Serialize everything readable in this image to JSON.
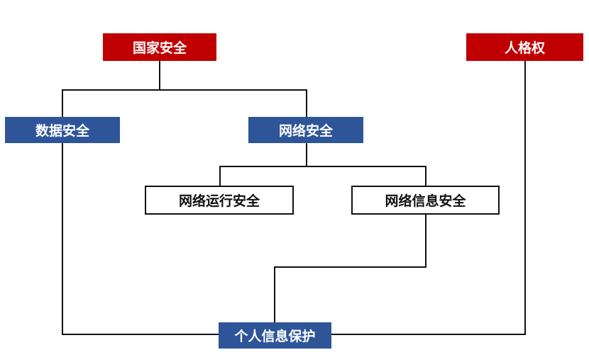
{
  "diagram": {
    "nodes": {
      "national_security": "国家安全",
      "personality_rights": "人格权",
      "data_security": "数据安全",
      "network_security": "网络安全",
      "network_operation_security": "网络运行安全",
      "network_information_security": "网络信息安全",
      "personal_information_protection": "个人信息保护"
    },
    "colors": {
      "primary_red": "#c00000",
      "primary_blue": "#2e5597",
      "line": "#111111",
      "box_border": "#111111"
    },
    "links": [
      {
        "from": "national_security",
        "to": "data_security"
      },
      {
        "from": "national_security",
        "to": "network_security"
      },
      {
        "from": "network_security",
        "to": "network_operation_security"
      },
      {
        "from": "network_security",
        "to": "network_information_security"
      },
      {
        "from": "data_security",
        "to": "personal_information_protection"
      },
      {
        "from": "network_information_security",
        "to": "personal_information_protection"
      },
      {
        "from": "personality_rights",
        "to": "personal_information_protection"
      }
    ]
  }
}
